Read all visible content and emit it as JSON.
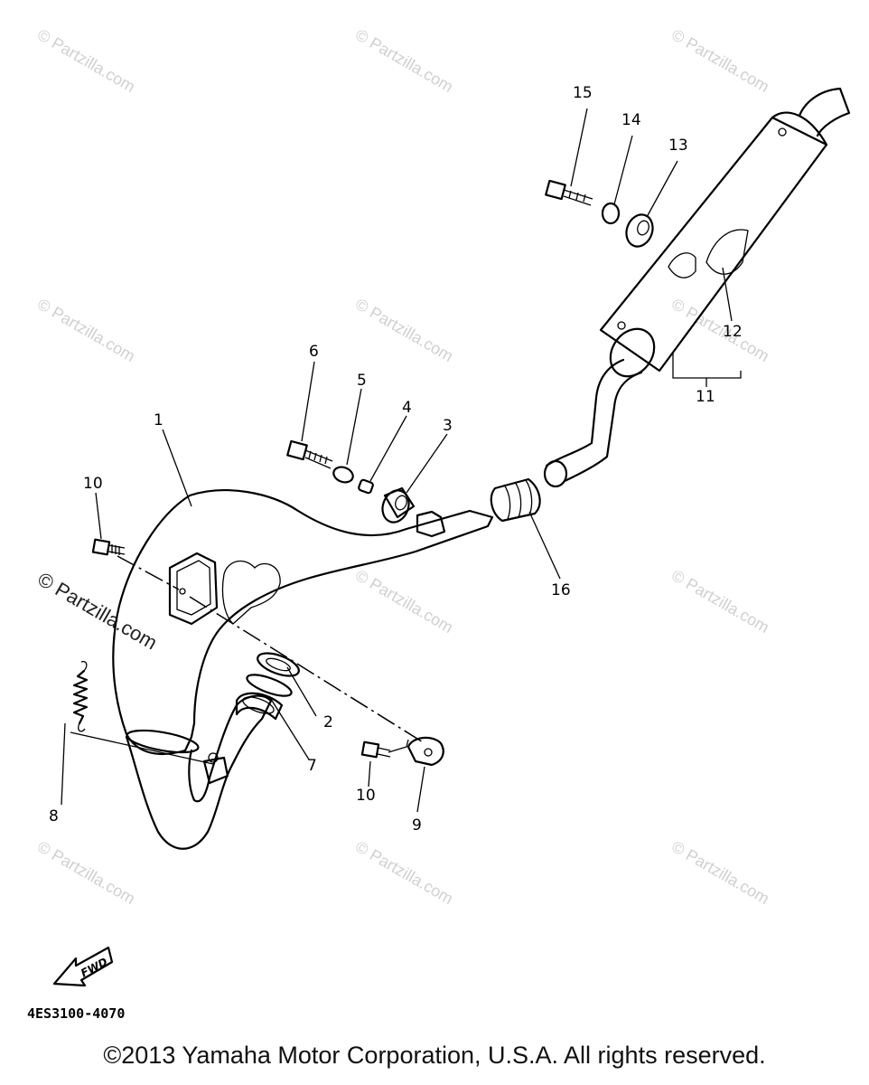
{
  "callouts": {
    "c1": "1",
    "c2": "2",
    "c3": "3",
    "c4": "4",
    "c5": "5",
    "c6": "6",
    "c7": "7",
    "c8": "8",
    "c9": "9",
    "c10a": "10",
    "c10b": "10",
    "c11": "11",
    "c12": "12",
    "c13": "13",
    "c14": "14",
    "c15": "15",
    "c16": "16"
  },
  "watermark": "© Partzilla.com",
  "fwd_label": "FWD",
  "diagram_code": "4ES3100-4070",
  "copyright": "©2013 Yamaha Motor Corporation, U.S.A. All rights reserved."
}
